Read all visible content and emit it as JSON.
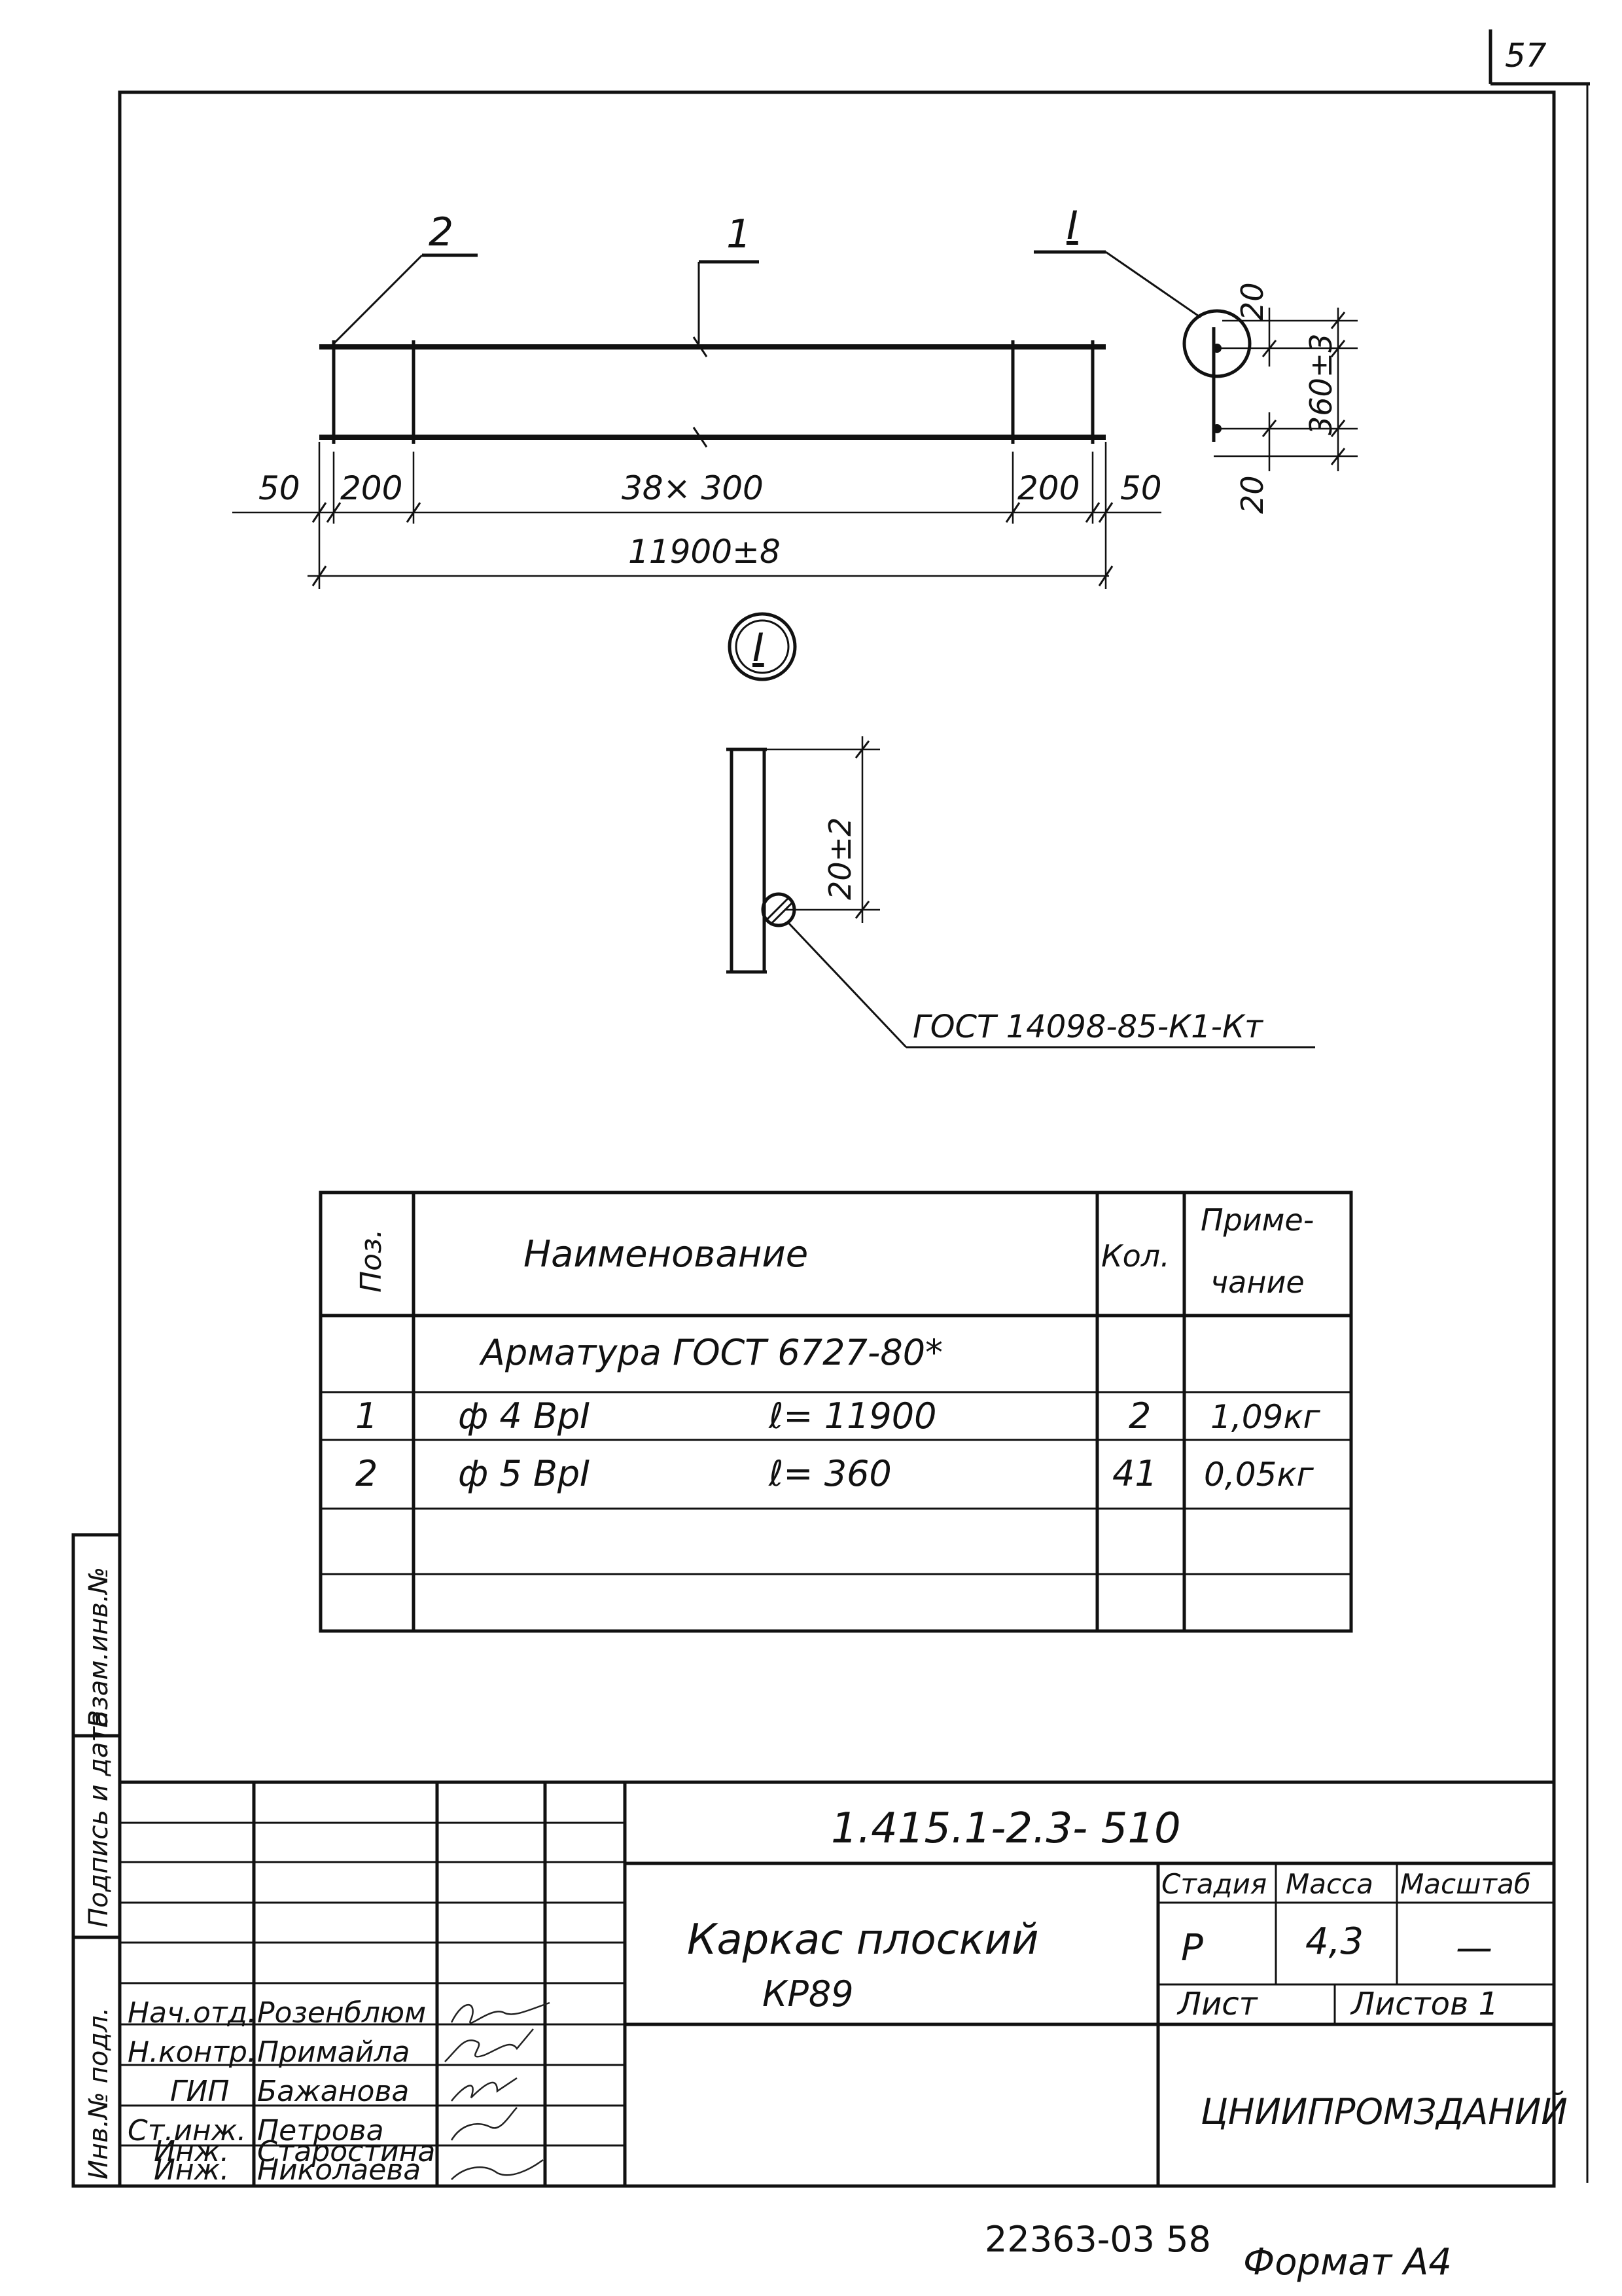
{
  "page_number": "57",
  "drawing": {
    "callouts": {
      "pos1": "1",
      "pos2": "2",
      "node": "I"
    },
    "dims": {
      "left_end": "50",
      "left_space": "200",
      "middle": "38× 300",
      "right_space": "200",
      "right_end": "50",
      "total": "11900±8",
      "top_edge": "20",
      "height": "360±3",
      "bottom_edge": "20"
    },
    "detail_label": "I",
    "detail_dim": "20±2",
    "weld_spec": "ГОСТ 14098-85-К1-Кт"
  },
  "spec": {
    "headers": {
      "pos": "Поз.",
      "name": "Наименование",
      "qty": "Кол.",
      "note_1": "Приме-",
      "note_2": "чание"
    },
    "group": "Арматура ГОСТ 6727-80*",
    "rows": [
      {
        "pos": "1",
        "name": "ф 4 ВрI",
        "length": "ℓ= 11900",
        "qty": "2",
        "note": "1,09кг"
      },
      {
        "pos": "2",
        "name": "ф 5 ВрI",
        "length": "ℓ= 360",
        "qty": "41",
        "note": "0,05кг"
      }
    ]
  },
  "side_stamp": {
    "a": "Инв.№ подл.",
    "b": "Подпись и дата",
    "c": "Взам.инв.№"
  },
  "title_block": {
    "doc_code": "1.415.1-2.3- 510",
    "title_1": "Каркас плоский",
    "title_2": "КР89",
    "stage_header": "Стадия",
    "mass_header": "Масса",
    "scale_header": "Масштаб",
    "stage": "Р",
    "mass": "4,3",
    "scale": "—",
    "sheet": "Лист",
    "sheets": "Листов 1",
    "org": "ЦНИИПРОМЗДАНИЙ",
    "staff": [
      {
        "role": "Нач.отд.",
        "name": "Розенблюм"
      },
      {
        "role": "Н.контр.",
        "name": "Примайла"
      },
      {
        "role": "ГИП",
        "name": "Бажанова"
      },
      {
        "role": "Ст.инж.",
        "name": "Петрова"
      },
      {
        "role": "Инж.",
        "name": "Старостина"
      },
      {
        "role": "Инж.",
        "name": "Николаева"
      }
    ]
  },
  "footer": {
    "archive": "22363-03 58",
    "format": "Формат А4"
  }
}
